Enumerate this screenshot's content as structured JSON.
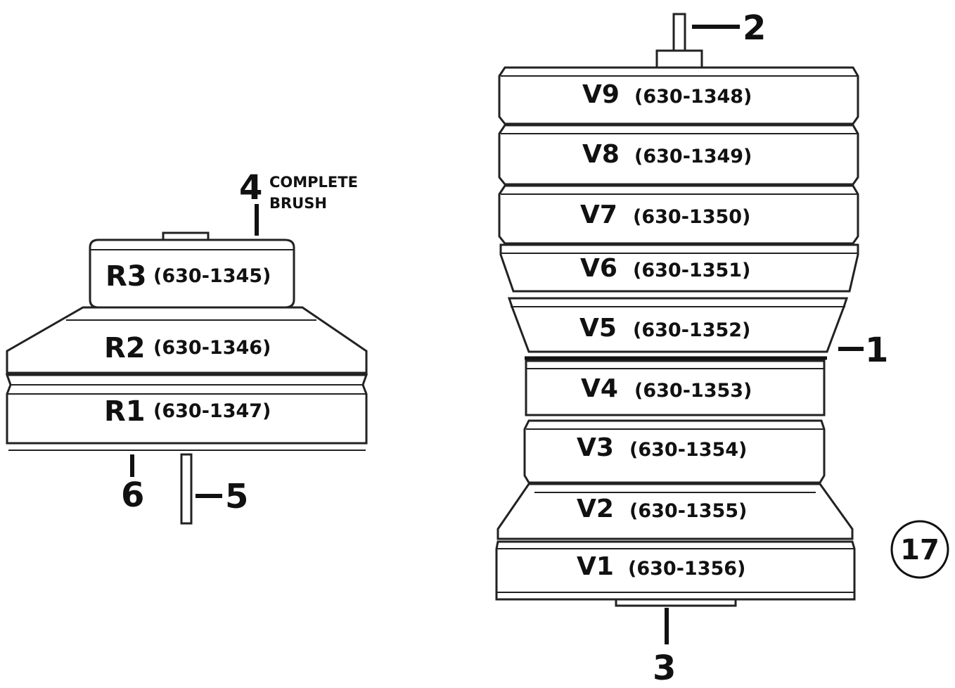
{
  "left_assembly": {
    "components": [
      {
        "name": "R3",
        "code": "(630-1345)"
      },
      {
        "name": "R2",
        "code": "(630-1346)"
      },
      {
        "name": "R1",
        "code": "(630-1347)"
      }
    ],
    "callout_4": "4",
    "callout_4_note_line1": "COMPLETE",
    "callout_4_note_line2": "BRUSH",
    "callout_5": "5",
    "callout_6": "6"
  },
  "right_assembly": {
    "components": [
      {
        "name": "V9",
        "code": "(630-1348)"
      },
      {
        "name": "V8",
        "code": "(630-1349)"
      },
      {
        "name": "V7",
        "code": "(630-1350)"
      },
      {
        "name": "V6",
        "code": "(630-1351)"
      },
      {
        "name": "V5",
        "code": "(630-1352)"
      },
      {
        "name": "V4",
        "code": "(630-1353)"
      },
      {
        "name": "V3",
        "code": "(630-1354)"
      },
      {
        "name": "V2",
        "code": "(630-1355)"
      },
      {
        "name": "V1",
        "code": "(630-1356)"
      }
    ],
    "callout_1": "1",
    "callout_2": "2",
    "callout_3": "3"
  },
  "page_number": "17"
}
